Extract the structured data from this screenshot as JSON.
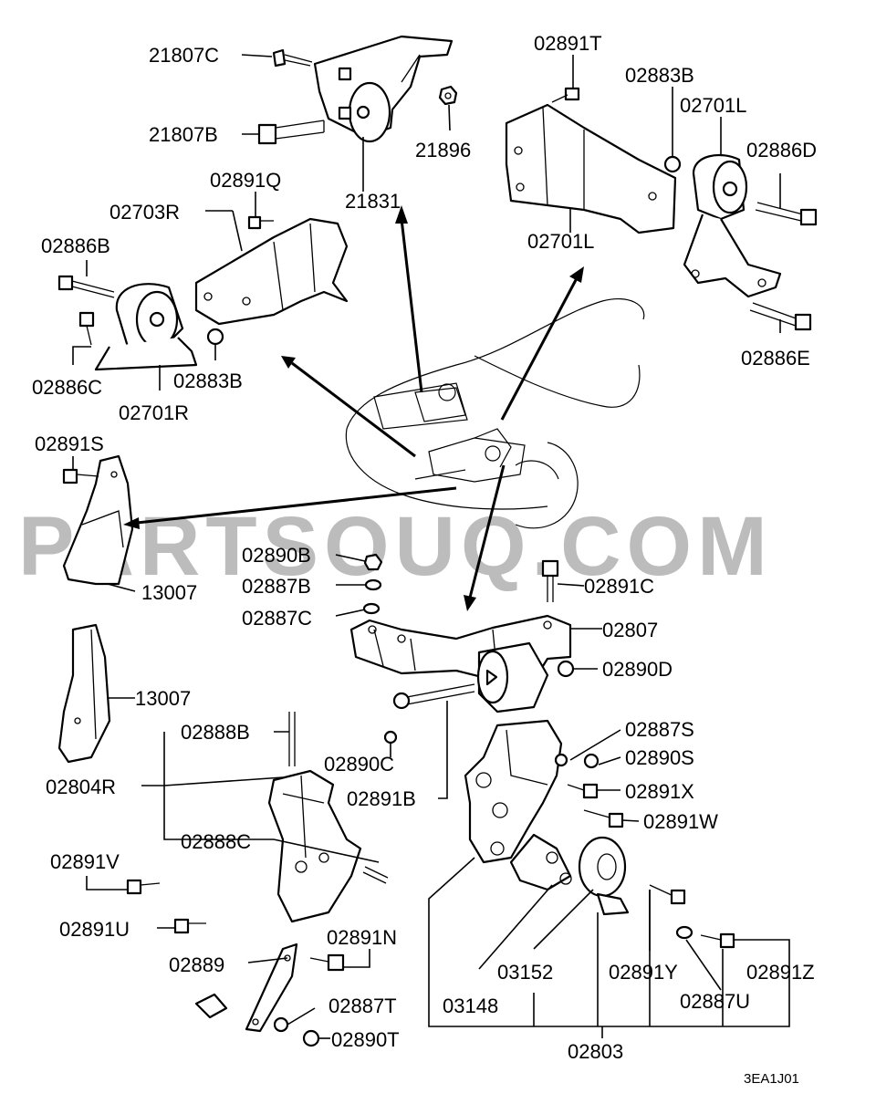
{
  "diagram_id": "3EA1J01",
  "watermark": "PARTSOUQ.COM",
  "parts": {
    "p21807C": "21807C",
    "p21807B": "21807B",
    "p21896": "21896",
    "p21831": "21831",
    "p02891T": "02891T",
    "p02883B_top": "02883B",
    "p02701L_top": "02701L",
    "p02886D": "02886D",
    "p02701L_mid": "02701L",
    "p02886E": "02886E",
    "p02891Q": "02891Q",
    "p02703R": "02703R",
    "p02886B": "02886B",
    "p02886C": "02886C",
    "p02883B_left": "02883B",
    "p02701R": "02701R",
    "p02891S": "02891S",
    "p13007_a": "13007",
    "p13007_b": "13007",
    "p02890B": "02890B",
    "p02887B": "02887B",
    "p02887C": "02887C",
    "p02891C": "02891C",
    "p02807": "02807",
    "p02890D": "02890D",
    "p02888B": "02888B",
    "p02804R": "02804R",
    "p02888C": "02888C",
    "p02890C": "02890C",
    "p02891B": "02891B",
    "p02887S": "02887S",
    "p02890S": "02890S",
    "p02891X": "02891X",
    "p02891W": "02891W",
    "p02891V": "02891V",
    "p02891U": "02891U",
    "p02891N": "02891N",
    "p02889": "02889",
    "p02887T": "02887T",
    "p02890T": "02890T",
    "p03148": "03148",
    "p03152": "03152",
    "p02891Y": "02891Y",
    "p02887U": "02887U",
    "p02891Z": "02891Z",
    "p02803": "02803"
  }
}
